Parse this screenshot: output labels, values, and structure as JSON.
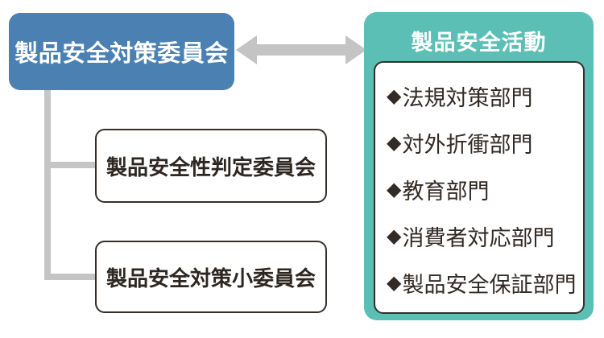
{
  "committee": {
    "label": "製品安全対策委員会"
  },
  "activities": {
    "title": "製品安全活動",
    "bullet": "◆",
    "items": [
      "法規対策部門",
      "対外折衝部門",
      "教育部門",
      "消費者対応部門",
      "製品安全保証部門"
    ]
  },
  "subcommittees": [
    {
      "label": "製品安全性判定委員会"
    },
    {
      "label": "製品安全対策小委員会"
    }
  ],
  "colors": {
    "committee_blue": "#4A80B2",
    "activities_teal": "#5CBFB6",
    "connector_gray": "#C5C5C5",
    "border_dark": "#362E29",
    "text_dark": "#322A25"
  }
}
